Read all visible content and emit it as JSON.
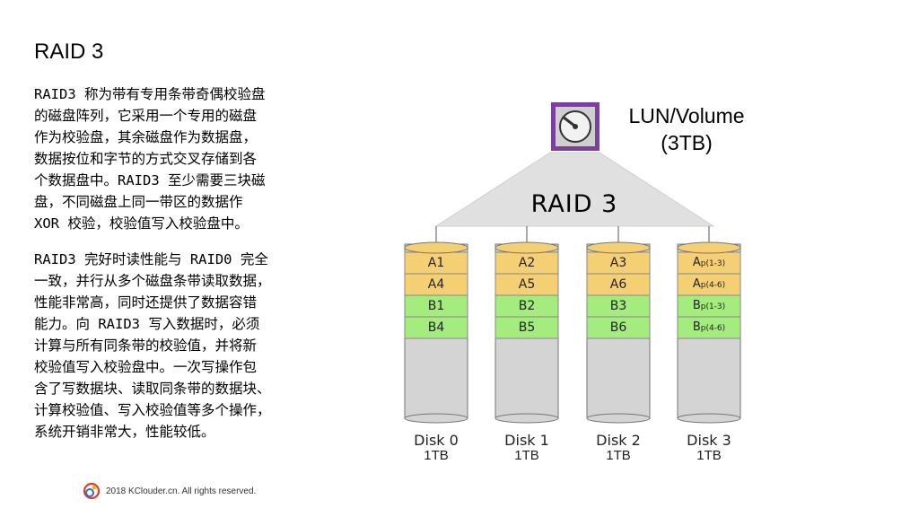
{
  "slide": {
    "title": "RAID 3",
    "paragraph1": "RAID3 称为带有专用条带奇偶校验盘\n的磁盘阵列，它采用一个专用的磁盘\n作为校验盘，其余磁盘作为数据盘，\n数据按位和字节的方式交叉存储到各\n个数据盘中。RAID3 至少需要三块磁\n盘，不同磁盘上同一带区的数据作\nXOR 校验，校验值写入校验盘中。",
    "paragraph2": "RAID3 完好时读性能与 RAID0 完全\n一致，并行从多个磁盘条带读取数据，\n性能非常高，同时还提供了数据容错\n能力。向 RAID3 写入数据时，必须\n计算与所有同条带的校验值，并将新\n校验值写入校验盘中。一次写操作包\n含了写数据块、读取同条带的数据块、\n计算校验值、写入校验值等多个操作，\n系统开销非常大，性能较低。",
    "footer": "2018 KClouder.cn. All rights reserved."
  },
  "diagram": {
    "lun_label_line1": "LUN/Volume",
    "lun_label_line2": "(3TB)",
    "raid_label": "RAID 3",
    "disks": [
      {
        "name": "Disk 0",
        "size": "1TB",
        "blocks": [
          "A1",
          "A4",
          "B1",
          "B4"
        ]
      },
      {
        "name": "Disk 1",
        "size": "1TB",
        "blocks": [
          "A2",
          "A5",
          "B2",
          "B5"
        ]
      },
      {
        "name": "Disk 2",
        "size": "1TB",
        "blocks": [
          "A3",
          "A6",
          "B3",
          "B6"
        ]
      },
      {
        "name": "Disk 3",
        "size": "1TB",
        "blocks": [
          "Ap(1-3)",
          "Ap(4-6)",
          "Bp(1-3)",
          "Bp(4-6)"
        ]
      }
    ],
    "colors": {
      "a_block": "#f5cf73",
      "b_block": "#a3ec7d",
      "empty": "#d4d4d4",
      "lun_border": "#7b3f9e",
      "funnel": "#e0e0e0"
    }
  }
}
